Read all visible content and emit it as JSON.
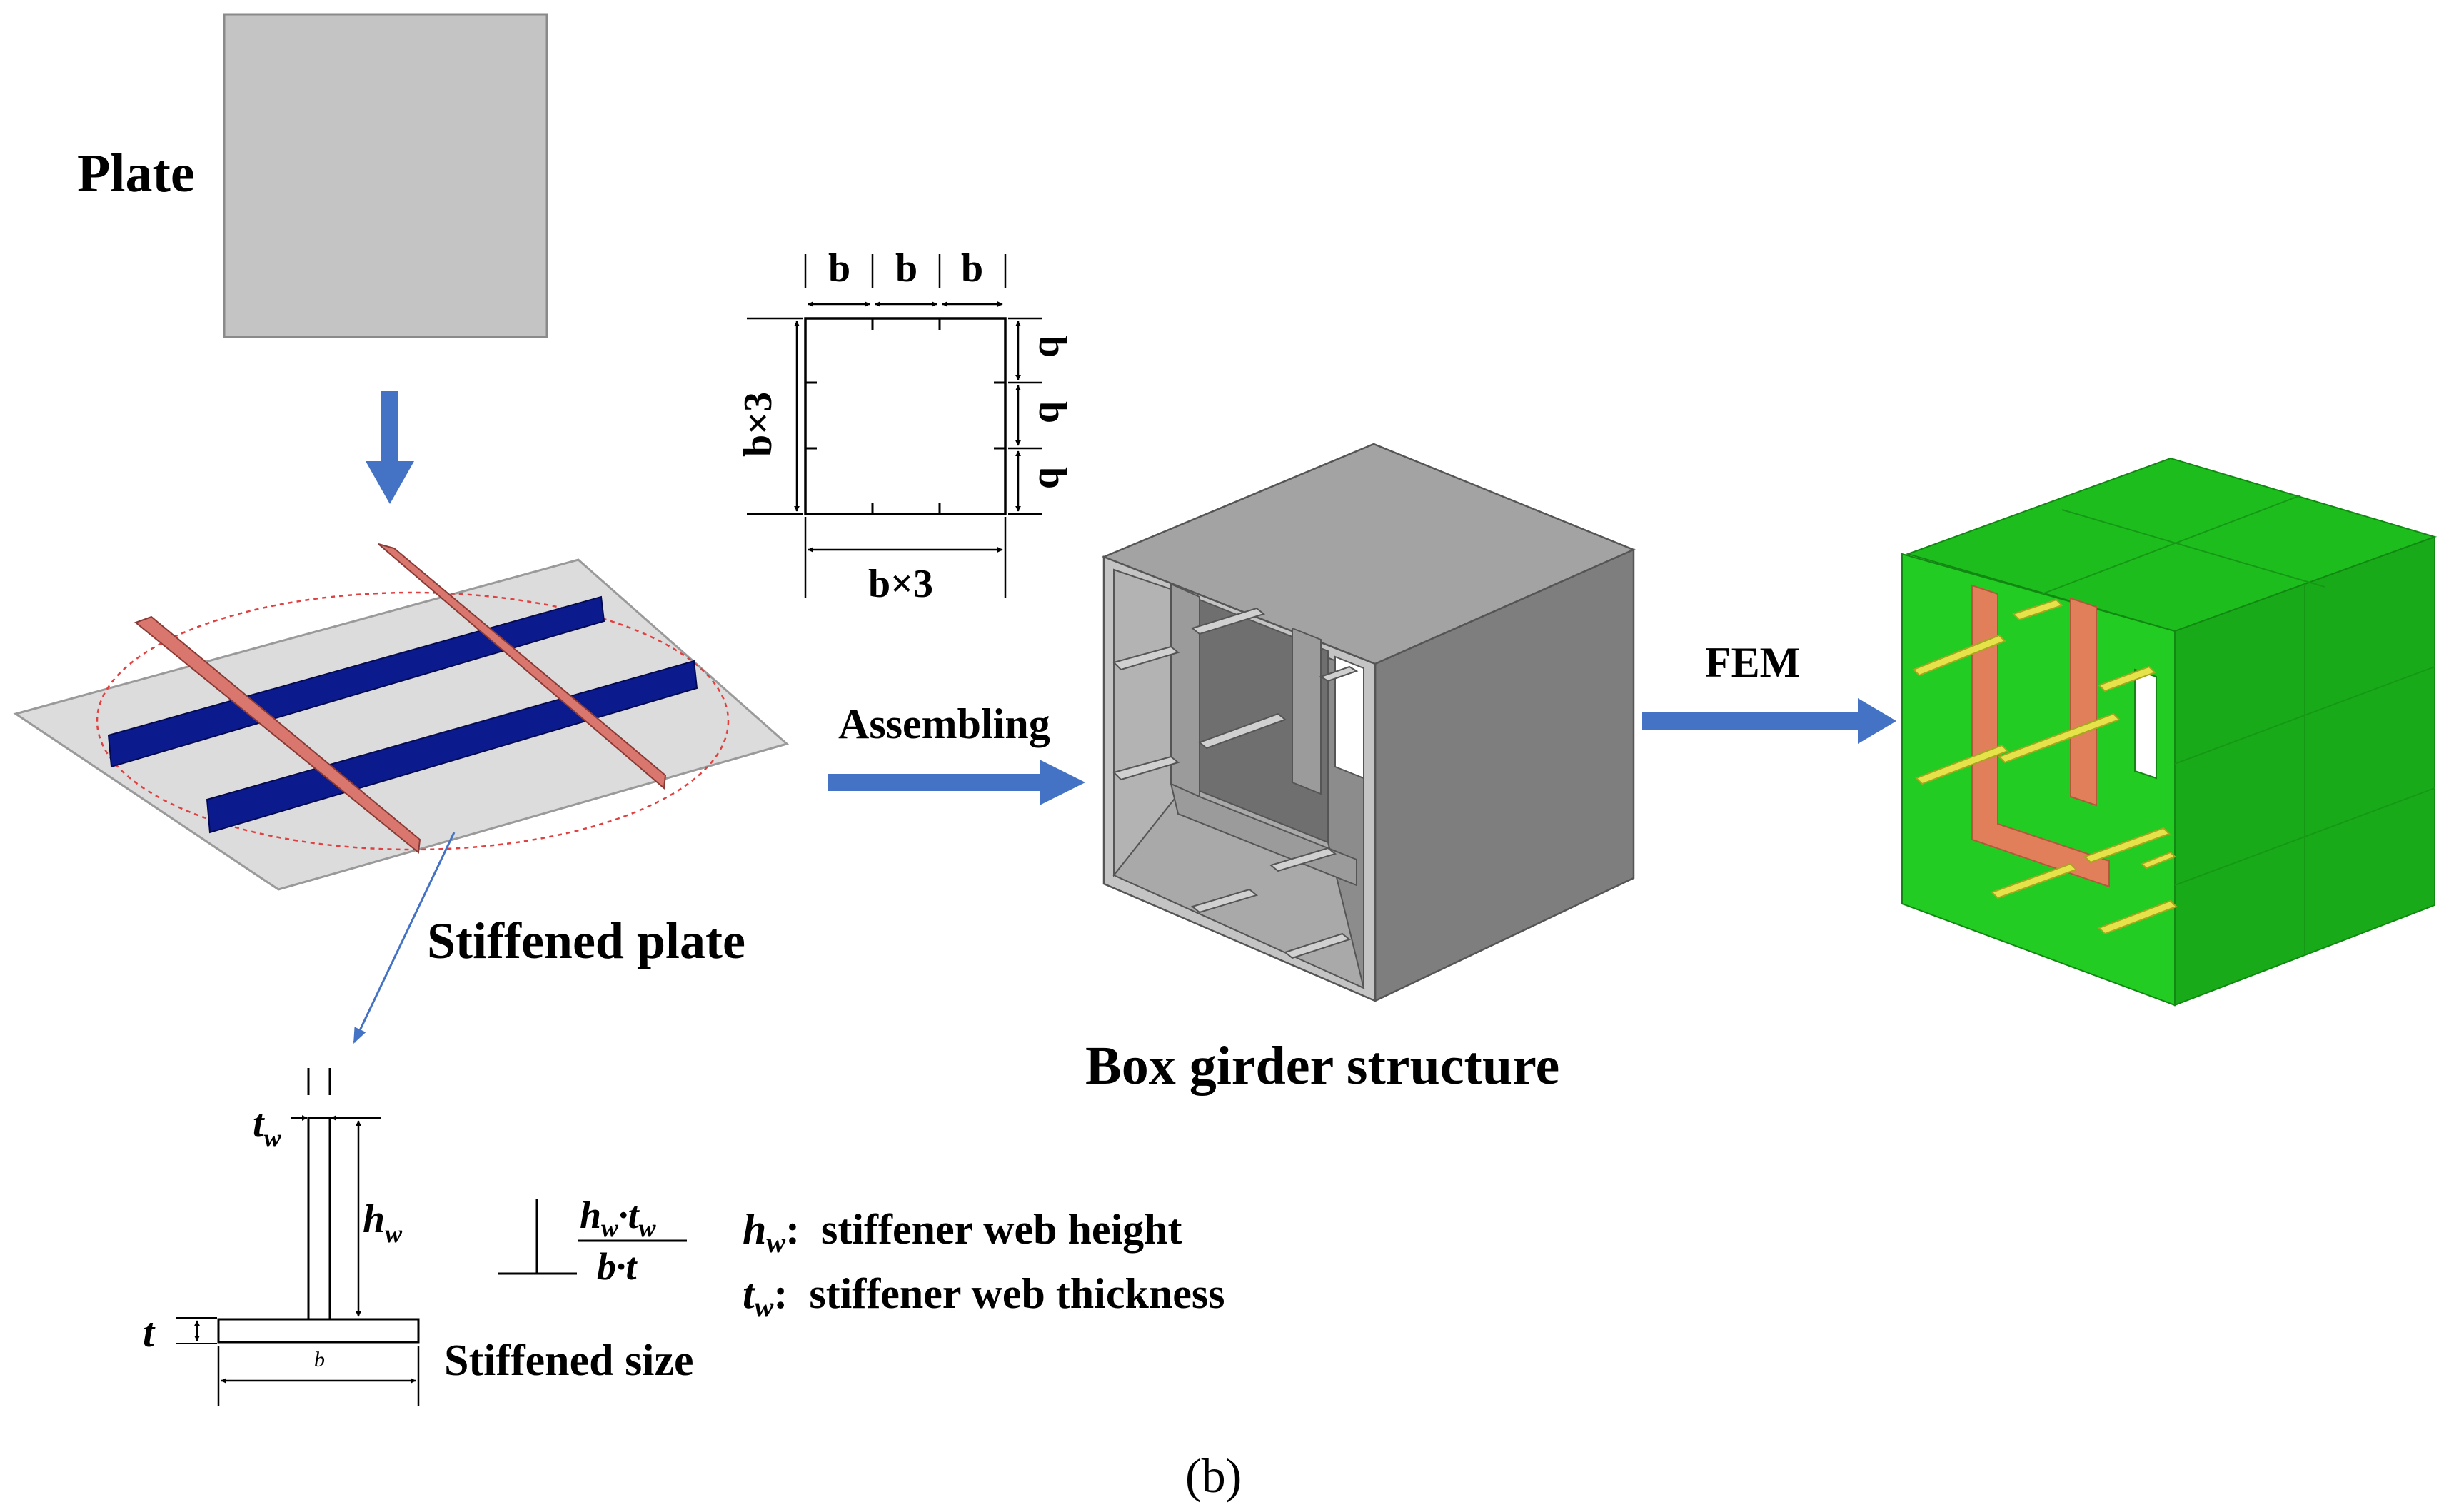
{
  "labels": {
    "plate": "Plate",
    "stiffened_plate": "Stiffened plate",
    "assembling": "Assembling",
    "box_girder": "Box girder structure",
    "fem": "FEM",
    "stiffened_size": "Stiffened size",
    "caption": "(b)"
  },
  "dimensions": {
    "b": "b",
    "b_times_3": "b×3",
    "fraction_numerator": "h_w·t_w",
    "fraction_denominator": "b·t"
  },
  "section_symbols": {
    "t": "t",
    "b": "b",
    "h": "h",
    "w_sub": "w"
  },
  "definitions": {
    "hw_text": "stiffener web height",
    "tw_text": "stiffener web thickness",
    "separator": ":"
  },
  "colors": {
    "plate_gray": "#c4c4c4",
    "arrow_blue": "#4472c4",
    "longitudinal_stiffener": "#0b1a8c",
    "transverse_stiffener": "#d9776f",
    "fem_green": "#22cc22",
    "fem_orange": "#e07f5a",
    "fem_yellow": "#e6e34a",
    "box_gray": "#9a9a9a"
  }
}
